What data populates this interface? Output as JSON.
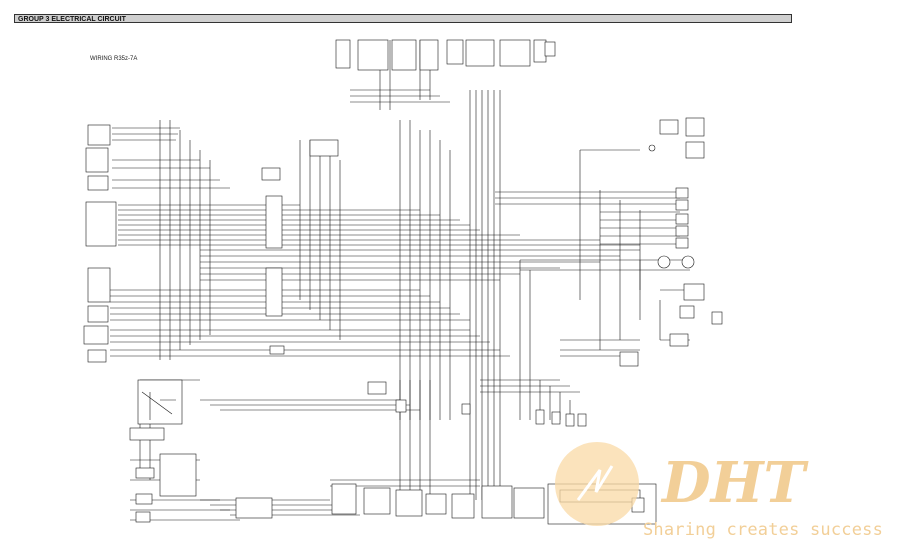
{
  "header": {
    "group_title": "GROUP  3  ELECTRICAL CIRCUIT"
  },
  "diagram": {
    "title": "WIRING R35z-7A"
  },
  "watermark": {
    "logo_text": "DHT",
    "tagline": "Sharing creates success",
    "colors": {
      "logo": "#f2cf98",
      "sun": "#f9d9a6"
    }
  },
  "colors": {
    "wire": "#1a1a1a",
    "background": "#ffffff"
  }
}
